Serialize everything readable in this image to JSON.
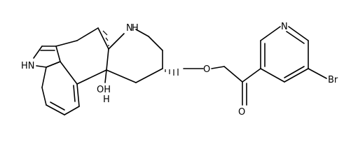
{
  "molecule": {
    "atom_labels": {
      "indole_nh": "HN",
      "amine_nh": "N",
      "amine_h": "H",
      "hydroxyl": "OH",
      "hydroxyl_h": "H",
      "ester_oxygen": "O",
      "carbonyl_oxygen": "O",
      "pyridine_n": "N",
      "bromine": "Br"
    },
    "stereo_marks": [
      "hashed-wedge",
      "hashed-wedge"
    ],
    "colors": {
      "bond": "#000000",
      "text": "#000000",
      "background": "#ffffff"
    }
  }
}
